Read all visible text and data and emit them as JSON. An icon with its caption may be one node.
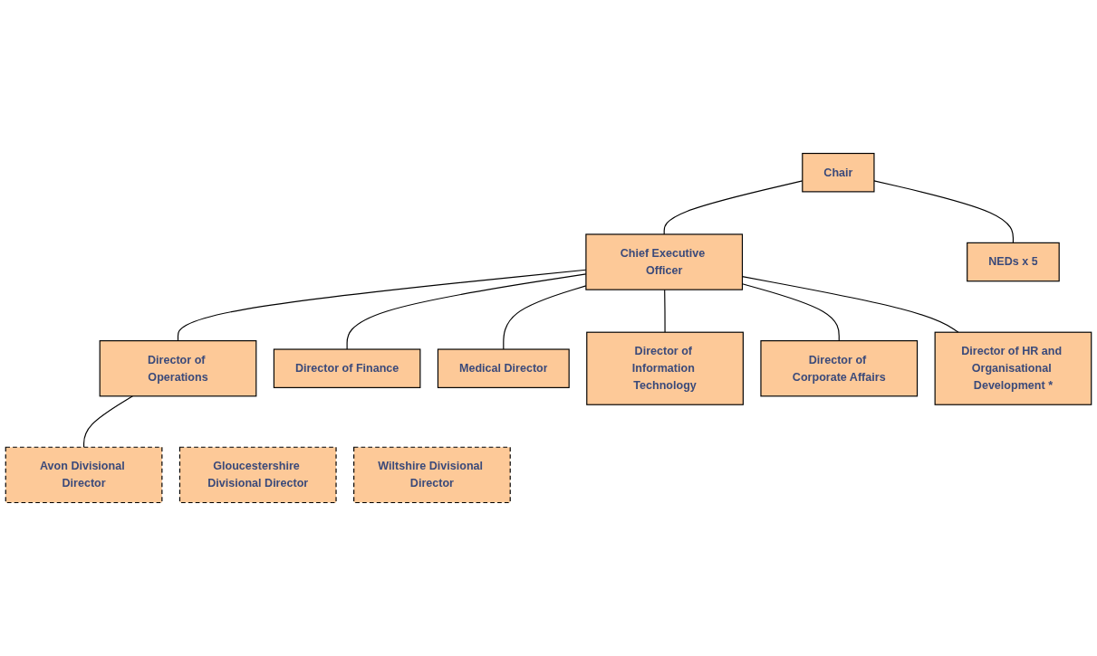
{
  "diagram": {
    "nodes": [
      {
        "text": [
          "Chair"
        ]
      },
      {
        "text": [
          "NEDs x 5"
        ]
      },
      {
        "text": [
          "Chief Executive Officer"
        ]
      },
      {
        "text": [
          "Director of Operations"
        ]
      },
      {
        "text": [
          "Director of Finance"
        ]
      },
      {
        "text": [
          "Medical Director"
        ]
      },
      {
        "text": [
          "Director of Information Technology"
        ]
      },
      {
        "text": [
          "Director of Corporate Affairs"
        ]
      },
      {
        "text": [
          "Director of HR and Organisational Development *"
        ]
      },
      {
        "text": [
          "Avon Divisional Director"
        ]
      },
      {
        "text": [
          "Gloucestershire Divisional Director"
        ]
      },
      {
        "text": [
          "Wiltshire Divisional Director"
        ]
      }
    ],
    "edges": [
      {
        "from": 0,
        "to": 1,
        "arrow": "none"
      },
      {
        "from": 0,
        "to": 2,
        "arrow": "none"
      },
      {
        "from": 2,
        "to": 3,
        "arrow": "none"
      },
      {
        "from": 2,
        "to": 4,
        "arrow": "none"
      },
      {
        "from": 2,
        "to": 5,
        "arrow": "none"
      },
      {
        "from": 2,
        "to": 6,
        "arrow": "none"
      },
      {
        "from": 2,
        "to": 7,
        "arrow": "none"
      },
      {
        "from": 2,
        "to": 8,
        "arrow": "none"
      },
      {
        "from": 3,
        "to": 9,
        "arrow": "none"
      }
    ]
  }
}
